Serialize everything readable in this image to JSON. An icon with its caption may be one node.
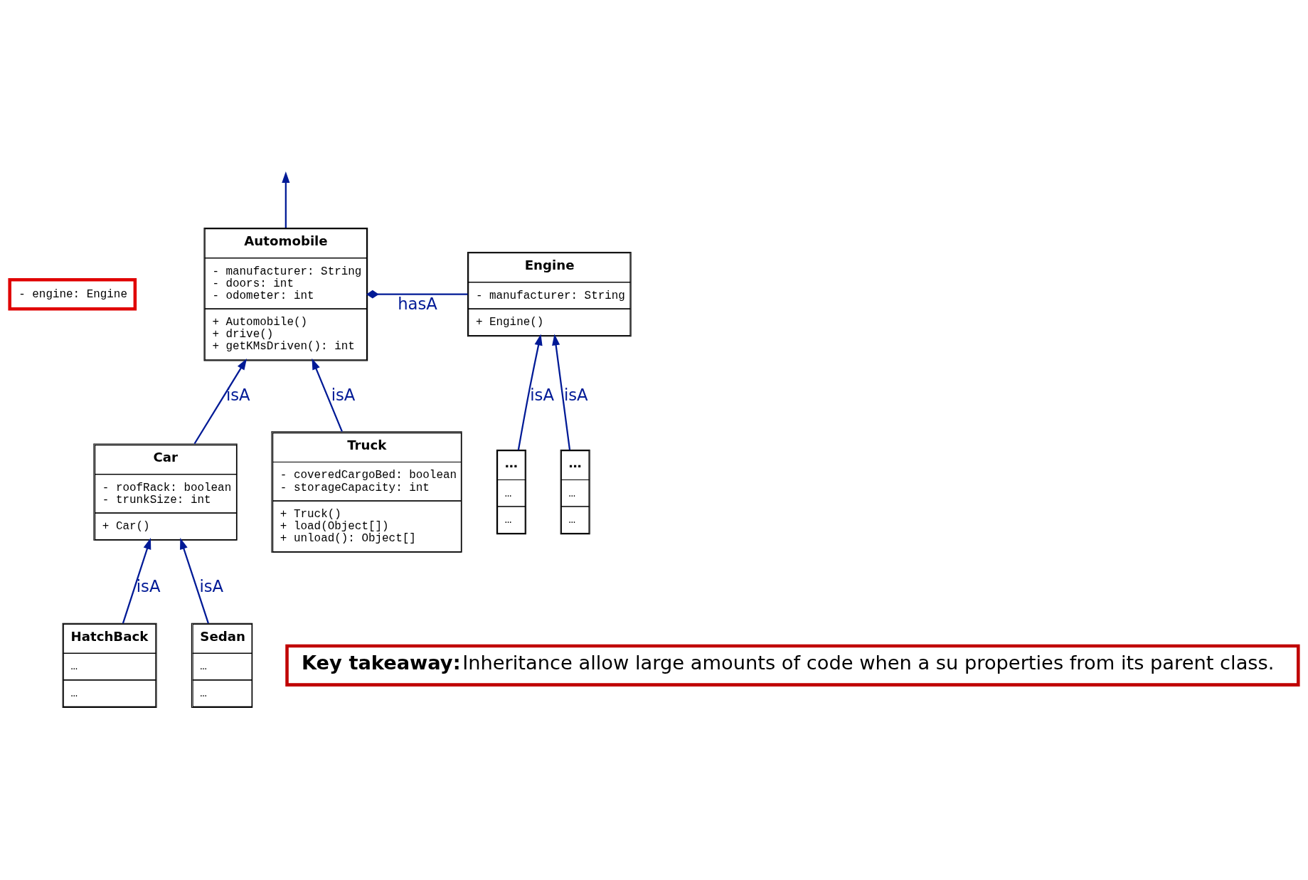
{
  "diagram": {
    "nodes": [
      {
        "text": [
          "Automobile",
          "- manufacturer: String - doors: int - odometer: int",
          "+ Automobile() + drive() + getKMsDriven(): int"
        ]
      },
      {
        "text": [
          "- engine: Engine"
        ]
      },
      {
        "text": [
          "Engine",
          "- manufacturer: String",
          "+ Engine()"
        ]
      },
      {
        "text": [
          "Car",
          "- roofRack: boolean - trunkSize: int",
          "+ Car()"
        ]
      },
      {
        "text": [
          "Truck",
          "- coveredCargoBed: boolean - storageCapacity: int",
          "+ Truck() + load(Object[]) + unload(): Object[]"
        ]
      },
      {
        "text": [
          "…",
          "…",
          "…"
        ]
      },
      {
        "text": [
          "…",
          "…",
          "…"
        ]
      },
      {
        "text": [
          "HatchBack",
          "…",
          "…"
        ]
      },
      {
        "text": [
          "Sedan",
          "…",
          "…"
        ]
      },
      {
        "text": [
          "Key takeaway:",
          "Inheritance allow large amounts of code when a su properties from its parent class."
        ]
      }
    ],
    "edges": [
      {
        "from": 0,
        "to": null,
        "arrow": "to"
      },
      {
        "from": 2,
        "to": 0,
        "arrow": "other",
        "label": "hasA"
      },
      {
        "from": 3,
        "to": 0,
        "arrow": "to",
        "label": "isA"
      },
      {
        "from": 4,
        "to": 0,
        "arrow": "to",
        "label": "isA"
      },
      {
        "from": 5,
        "to": 2,
        "arrow": "to",
        "label": "isA"
      },
      {
        "from": 6,
        "to": 2,
        "arrow": "to",
        "label": "isA"
      },
      {
        "from": 7,
        "to": 3,
        "arrow": "to",
        "label": "isA"
      },
      {
        "from": 8,
        "to": 3,
        "arrow": "to",
        "label": "isA"
      }
    ]
  }
}
